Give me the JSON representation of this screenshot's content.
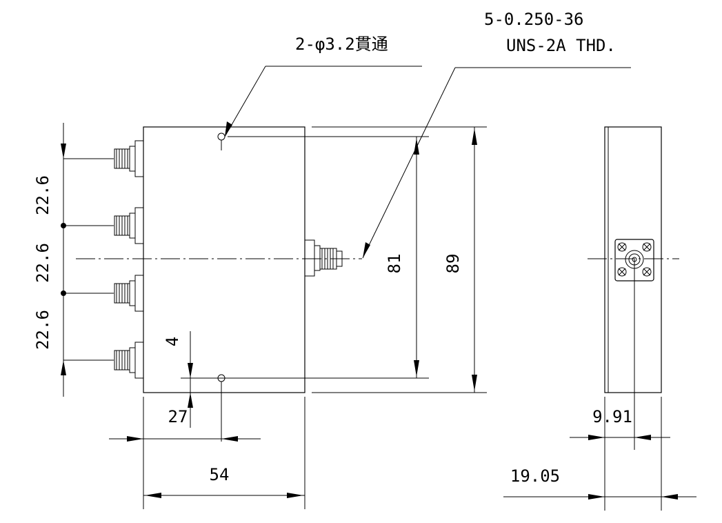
{
  "notes": {
    "hole_callout": "2-φ3.2貫通",
    "thread_callout_line1": "5-0.250-36",
    "thread_callout_line2": "UNS-2A THD."
  },
  "dimensions": {
    "port_pitch_1": "22.6",
    "port_pitch_2": "22.6",
    "port_pitch_3": "22.6",
    "hole_offset_edge": "4",
    "hole_offset_x": "27",
    "body_width": "54",
    "hole_spacing": "81",
    "body_height": "89",
    "connector_offset": "9.91",
    "body_depth": "19.05"
  },
  "colors": {
    "line": "#000000",
    "background": "#ffffff"
  }
}
